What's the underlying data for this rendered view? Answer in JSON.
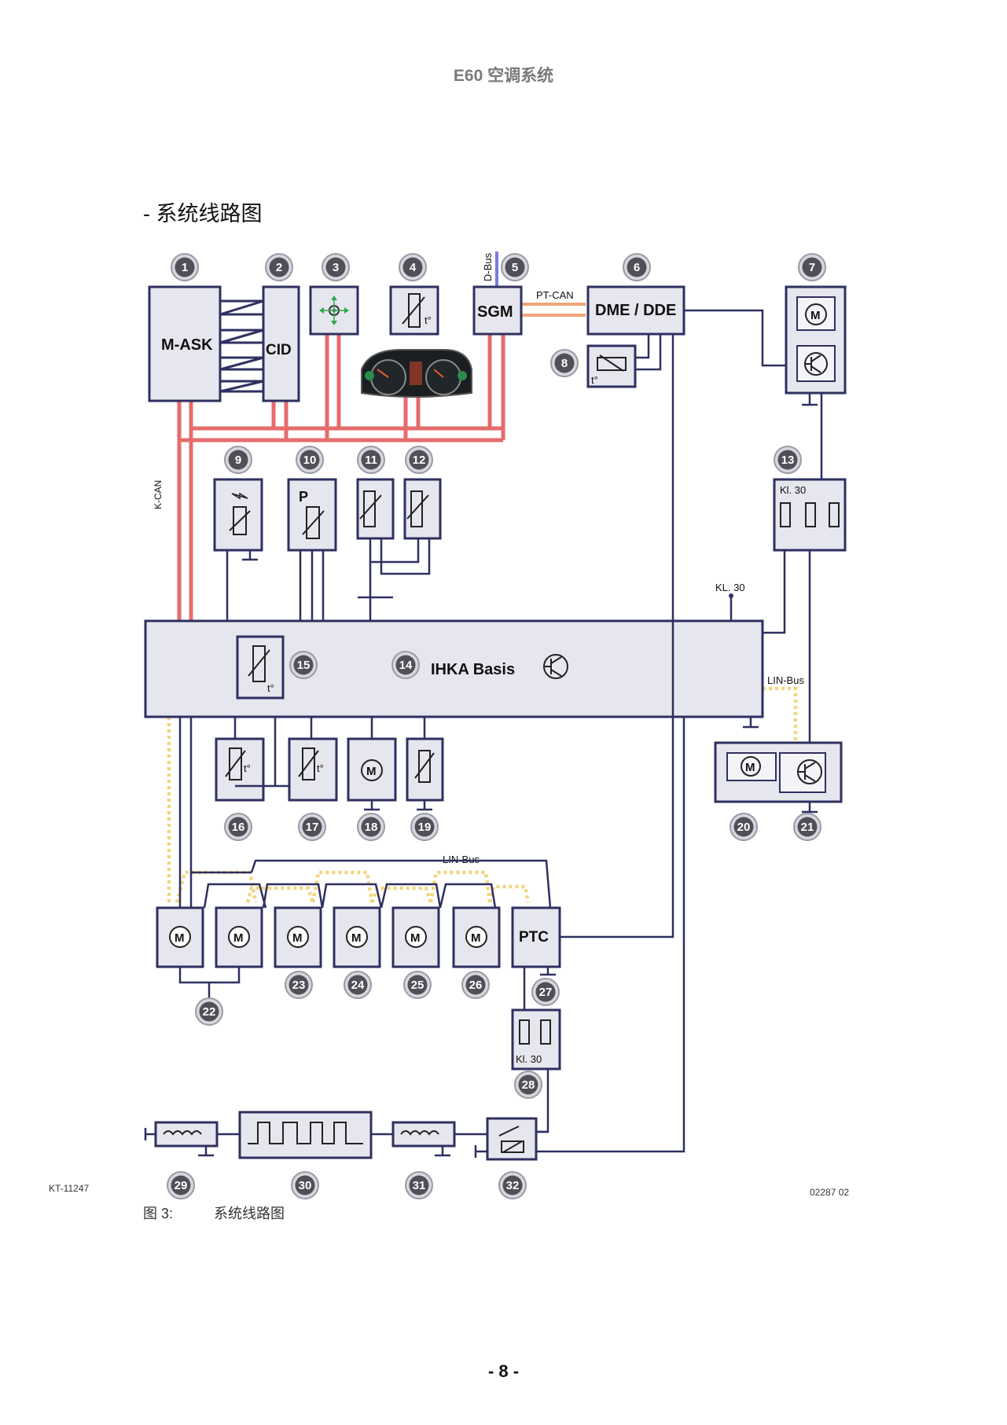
{
  "header": {
    "title": "E60 空调系统"
  },
  "section": {
    "title": "- 系统线路图"
  },
  "diagram": {
    "modules": {
      "m_ask": "M-ASK",
      "cid": "CID",
      "sgm": "SGM",
      "dme": "DME / DDE",
      "ihka": "IHKA Basis",
      "ptc": "PTC",
      "p": "P"
    },
    "bus": {
      "dbus": "D-Bus",
      "ptcan": "PT-CAN",
      "kcan": "K-CAN",
      "kl30_top": "KL. 30",
      "kl30_a": "Kl. 30",
      "kl30_b": "Kl. 30",
      "linbus_right": "LIN-Bus",
      "linbus_bottom": "LIN-Bus"
    },
    "symbols": {
      "motor": "M",
      "temp": "t°"
    },
    "badges": [
      "1",
      "2",
      "3",
      "4",
      "5",
      "6",
      "7",
      "8",
      "9",
      "10",
      "11",
      "12",
      "13",
      "14",
      "15",
      "16",
      "17",
      "18",
      "19",
      "20",
      "21",
      "22",
      "23",
      "24",
      "25",
      "26",
      "27",
      "28",
      "29",
      "30",
      "31",
      "32"
    ]
  },
  "footer": {
    "figure_label": "图 3:",
    "figure_caption": "系统线路图",
    "left_code": "KT-11247",
    "right_code": "02287 02",
    "page": "- 8 -"
  },
  "colors": {
    "k_can": "#e66b6b",
    "pt_can": "#efa57a",
    "lin_bus": "#f3d57f",
    "d_bus": "#7b7be0",
    "box": "#e6e6ee",
    "line": "#2f3060"
  }
}
